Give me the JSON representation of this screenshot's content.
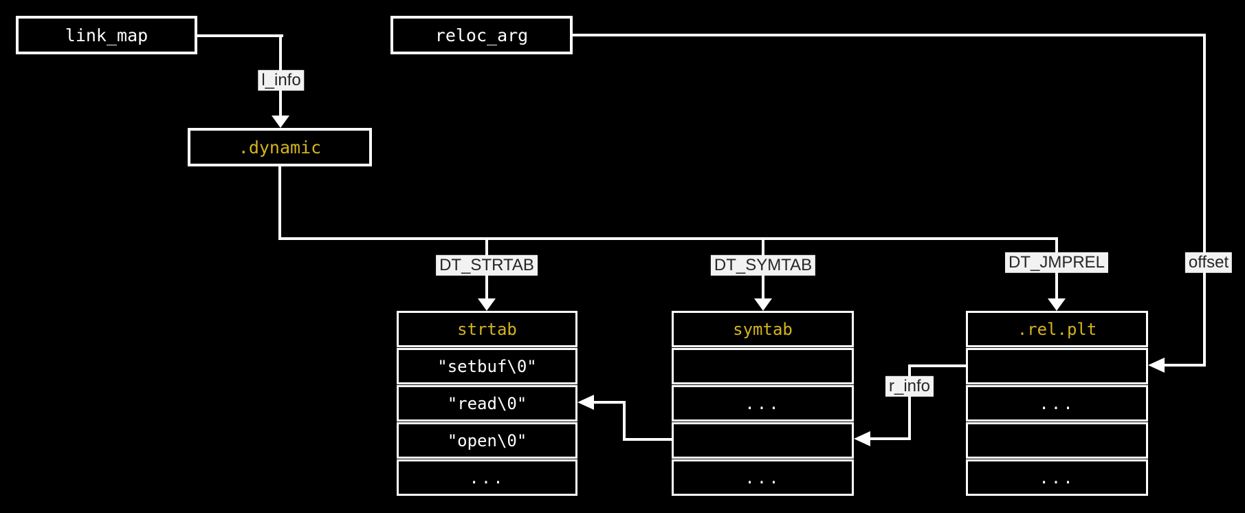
{
  "diagram": {
    "description": "ELF lazy-binding / dynamic relocation structures",
    "colors": {
      "background": "#000000",
      "line": "#ffffff",
      "box_border": "#ffffff",
      "box_fill": "#000000",
      "text": "#ffffff",
      "accent_text": "#d4b41f",
      "edge_label_bg": "#f2f2f2",
      "edge_label_text": "#262626"
    },
    "nodes": {
      "link_map": {
        "label": "link_map"
      },
      "reloc_arg": {
        "label": "reloc_arg"
      },
      "dynamic": {
        "label": ".dynamic"
      }
    },
    "edge_labels": {
      "l_info": "l_info",
      "dt_strtab": "DT_STRTAB",
      "dt_symtab": "DT_SYMTAB",
      "dt_jmprel": "DT_JMPREL",
      "offset": "offset",
      "r_info": "r_info"
    },
    "tables": {
      "strtab": {
        "header": "strtab",
        "rows": [
          "\"setbuf\\0\"",
          "\"read\\0\"",
          "\"open\\0\"",
          "..."
        ]
      },
      "symtab": {
        "header": "symtab",
        "rows": [
          "",
          "...",
          "",
          "..."
        ]
      },
      "relplt": {
        "header": ".rel.plt",
        "rows": [
          "",
          "...",
          "",
          "..."
        ]
      }
    }
  }
}
